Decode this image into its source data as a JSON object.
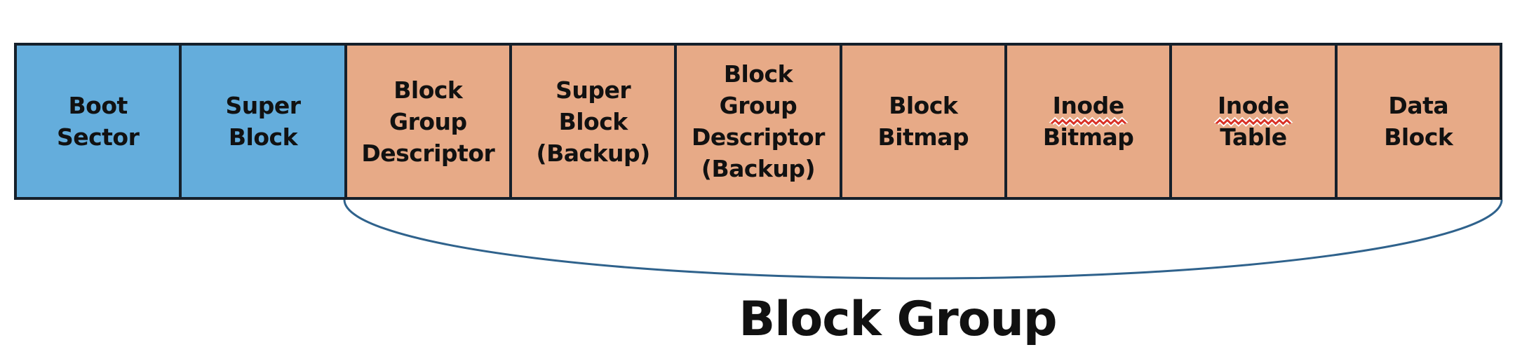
{
  "diagram": {
    "caption": "Block Group",
    "boxes": [
      {
        "id": "boot-sector",
        "color": "blue",
        "lines": [
          "Boot",
          "Sector"
        ]
      },
      {
        "id": "super-block",
        "color": "blue",
        "lines": [
          "Super",
          "Block"
        ]
      },
      {
        "id": "block-group-descriptor",
        "color": "orange",
        "lines": [
          "Block",
          "Group",
          "Descriptor"
        ]
      },
      {
        "id": "super-block-backup",
        "color": "orange",
        "lines": [
          "Super",
          "Block",
          "(Backup)"
        ]
      },
      {
        "id": "block-group-descriptor-backup",
        "color": "orange",
        "lines": [
          "Block",
          "Group",
          "Descriptor",
          "(Backup)"
        ]
      },
      {
        "id": "block-bitmap",
        "color": "orange",
        "lines": [
          "Block",
          "Bitmap"
        ]
      },
      {
        "id": "inode-bitmap",
        "color": "orange",
        "lines": [
          "Inode",
          "Bitmap"
        ],
        "misspelled": [
          "Inode"
        ]
      },
      {
        "id": "inode-table",
        "color": "orange",
        "lines": [
          "Inode",
          "Table"
        ],
        "misspelled": [
          "Inode"
        ]
      },
      {
        "id": "data-block",
        "color": "orange",
        "lines": [
          "Data",
          "Block"
        ]
      }
    ],
    "brace": {
      "spans_boxes_from": "block-group-descriptor",
      "spans_boxes_to": "data-block"
    },
    "colors": {
      "blue_block_fill": "#64addc",
      "orange_block_fill": "#e7aa87",
      "border": "#15202b",
      "brace_stroke": "#2f628c",
      "spellcheck_squiggle": "#d93025",
      "text": "#111111",
      "background": "#ffffff"
    }
  }
}
